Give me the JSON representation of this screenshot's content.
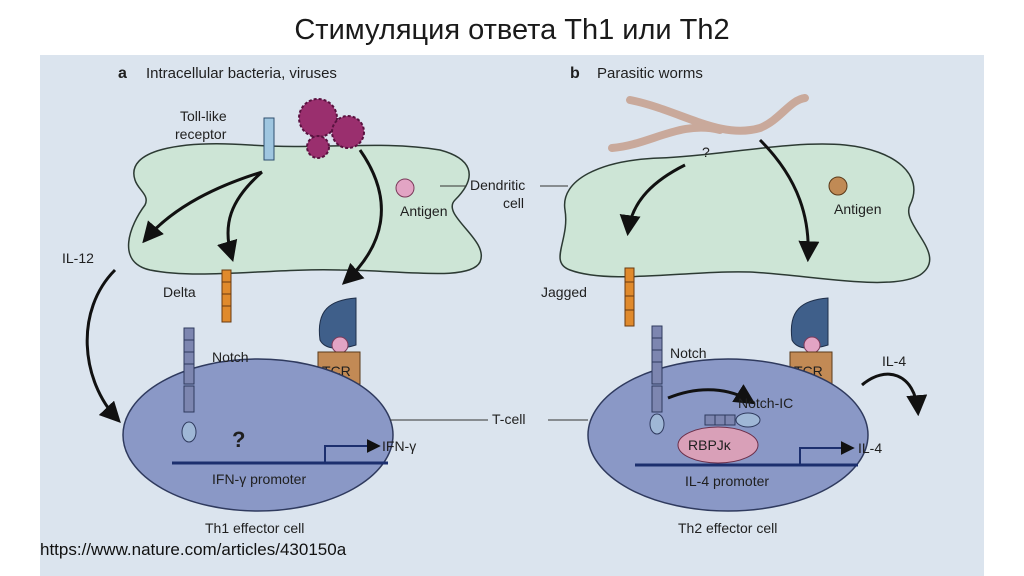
{
  "slide": {
    "title": "Стимуляция ответа Th1 или Th2",
    "source": "https://www.nature.com/articles/430150a"
  },
  "panel_a": {
    "letter": "a",
    "heading": "Intracellular bacteria, viruses",
    "toll_like_line1": "Toll-like",
    "toll_like_line2": "receptor",
    "antigen": "Antigen",
    "il12": "IL-12",
    "delta": "Delta",
    "notch": "Notch",
    "tcr": "TCR",
    "question": "?",
    "ifn_gamma": "IFN-γ",
    "promoter": "IFN-γ promoter",
    "cell_label": "Th1 effector cell"
  },
  "panel_b": {
    "letter": "b",
    "heading": "Parasitic worms",
    "question": "?",
    "antigen": "Antigen",
    "jagged": "Jagged",
    "notch": "Notch",
    "tcr": "TCR",
    "il4_top": "IL-4",
    "notch_ic": "Notch-IC",
    "rbpj": "RBPJκ",
    "il4": "IL-4",
    "promoter": "IL-4 promoter",
    "cell_label": "Th2 effector cell"
  },
  "shared": {
    "dendritic_line1": "Dendritic",
    "dendritic_line2": "cell",
    "tcell": "T-cell"
  },
  "colors": {
    "background": "#dbe4ee",
    "dendritic_fill": "#cde5d6",
    "tcell_fill": "#8a98c6",
    "receptor_fill": "#e08a2c",
    "notch_fill": "#7d86b0",
    "mhc_fill": "#3f5f8a",
    "tcr_fill": "#c28a55",
    "antigen_fill": "#e2a4c4",
    "pathogen_fill": "#9a2f6e",
    "worm_fill": "#c9a99b",
    "rbpj_fill": "#d9a0b8",
    "promoter_line": "#1c2f6e"
  }
}
